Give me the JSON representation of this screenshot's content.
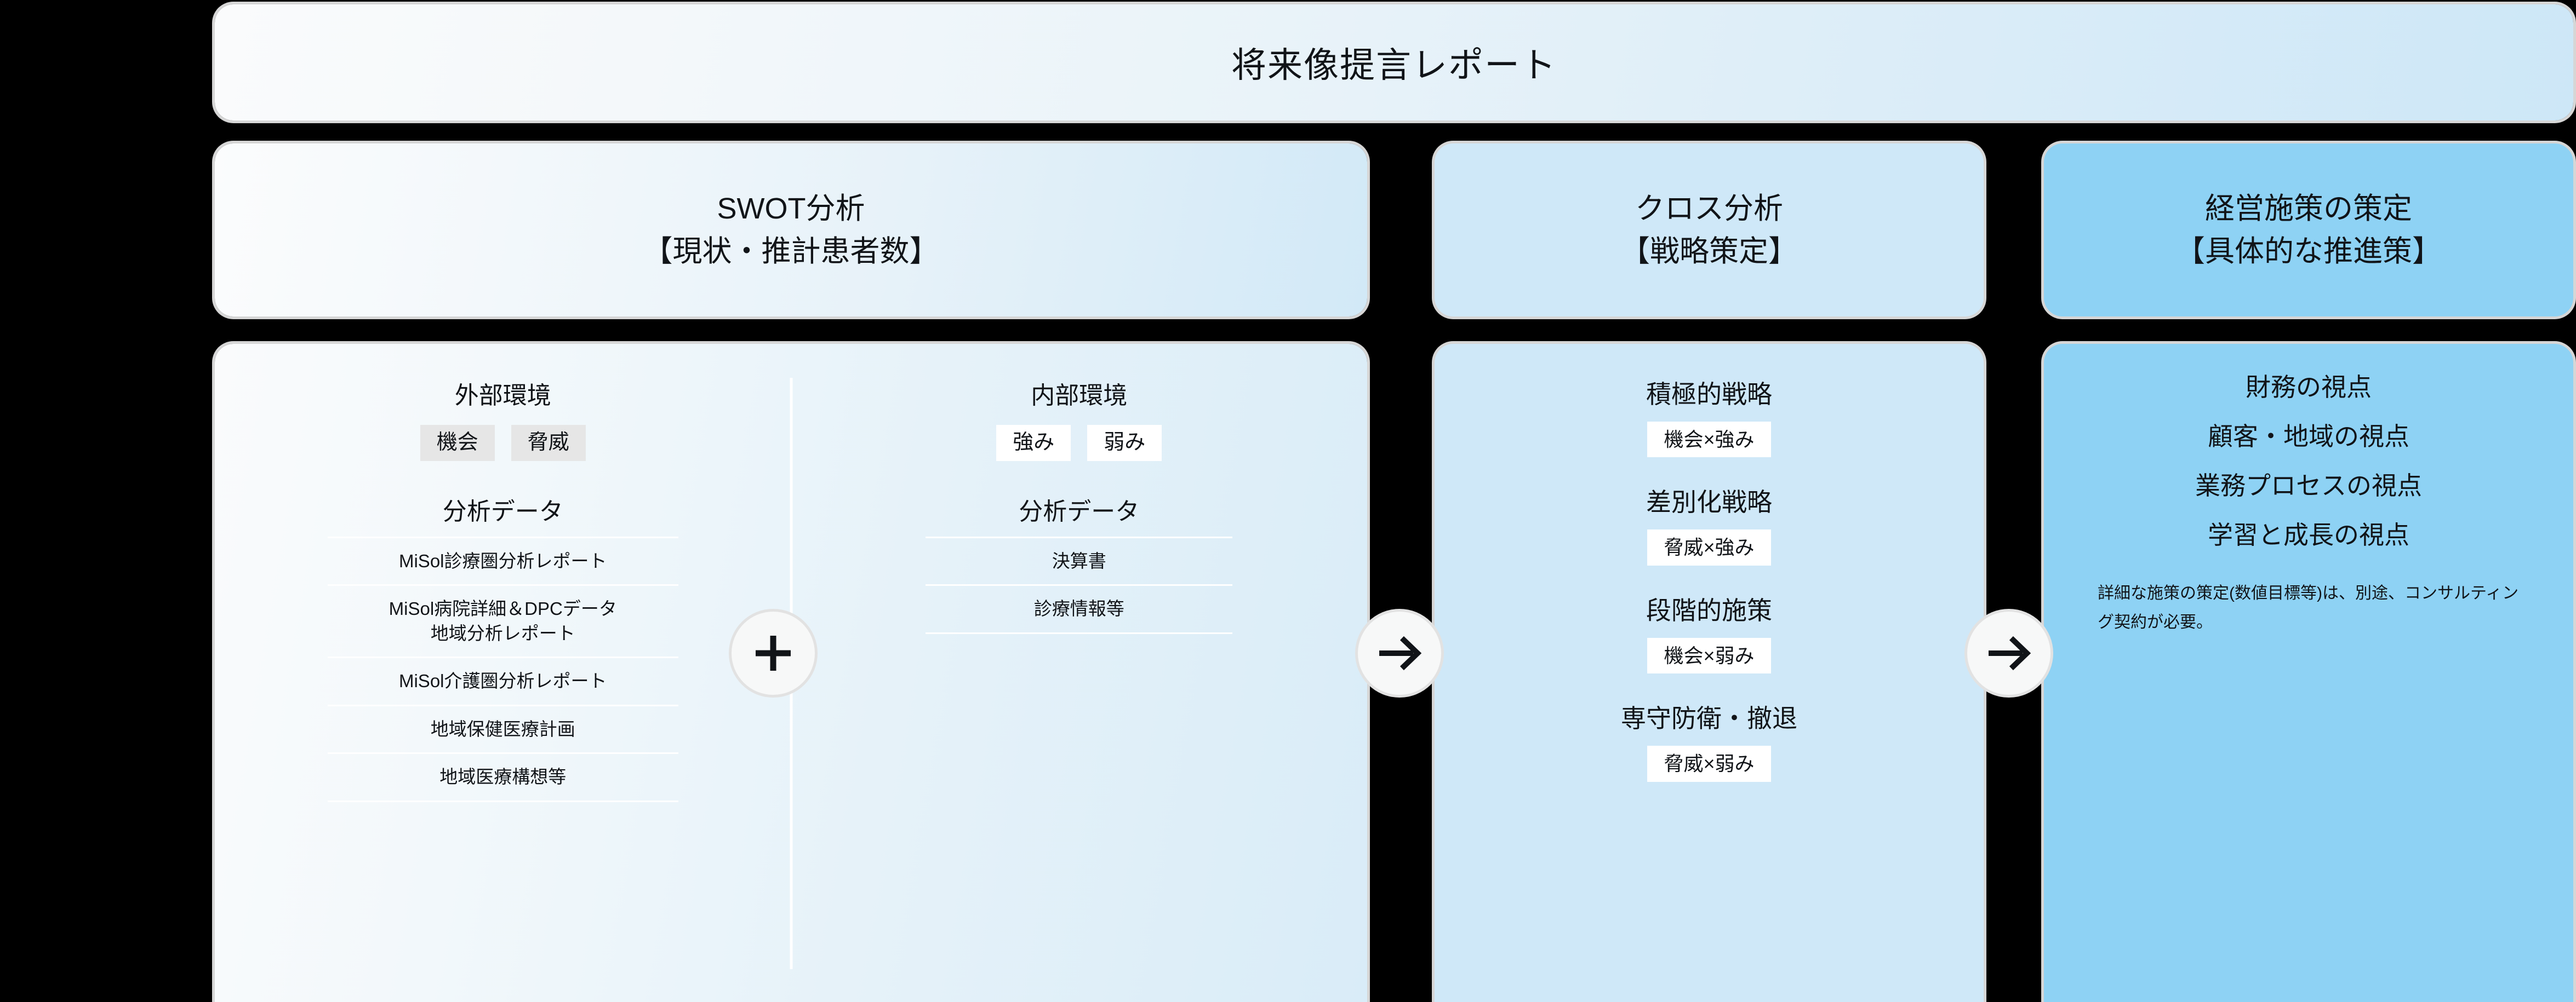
{
  "title": {
    "text": "将来像提言レポート"
  },
  "headers": [
    {
      "name": "swot",
      "line1": "SWOT分析",
      "line2": "【現状・推計患者数】"
    },
    {
      "name": "cross",
      "line1": "クロス分析",
      "line2": "【戦略策定】"
    },
    {
      "name": "mgmt",
      "line1": "経営施策の策定",
      "line2": "【具体的な推進策】"
    }
  ],
  "swot": {
    "external": {
      "title": "外部環境",
      "tags": [
        "機会",
        "脅威"
      ],
      "data_title": "分析データ",
      "items": [
        "MiSol診療圏分析レポート",
        "MiSol病院詳細＆DPCデータ\n地域分析レポート",
        "MiSol介護圏分析レポート",
        "地域保健医療計画",
        "地域医療構想等"
      ]
    },
    "internal": {
      "title": "内部環境",
      "tags": [
        "強み",
        "弱み"
      ],
      "data_title": "分析データ",
      "items": [
        "決算書",
        "診療情報等"
      ]
    }
  },
  "cross": {
    "blocks": [
      {
        "label": "積極的戦略",
        "chip": "機会×強み"
      },
      {
        "label": "差別化戦略",
        "chip": "脅威×強み"
      },
      {
        "label": "段階的施策",
        "chip": "機会×弱み"
      },
      {
        "label": "専守防衛・撤退",
        "chip": "脅威×弱み"
      }
    ]
  },
  "management": {
    "perspectives": [
      "財務の視点",
      "顧客・地域の視点",
      "業務プロセスの視点",
      "学習と成長の視点"
    ],
    "note": "詳細な施策の策定(数値目標等)は、別途、コンサルティング契約が必要。"
  },
  "connectors": [
    {
      "name": "plus-icon",
      "glyph": "+"
    },
    {
      "name": "arrow-right-icon",
      "glyph": "→"
    },
    {
      "name": "arrow-right-icon",
      "glyph": "→"
    }
  ],
  "colors": {
    "background": "#000000",
    "swot_panel": "#eef5fa",
    "cross_panel": "#cfe8f8",
    "mgmt_panel": "#8ed2f4",
    "chip_white": "#ffffff",
    "tag_grey": "#e6e6e6",
    "text": "#111418"
  }
}
